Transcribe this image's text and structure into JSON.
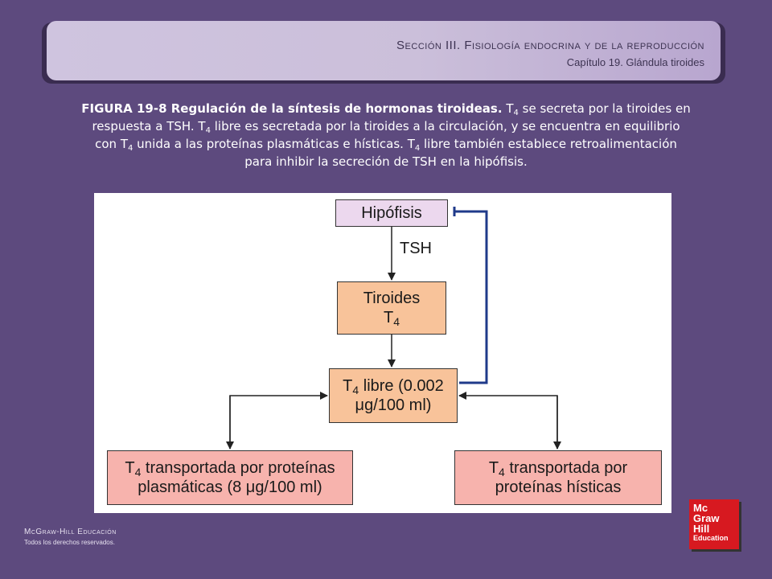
{
  "header": {
    "section": "Sección III.",
    "section_title": "Fisiología endocrina y de la reproducción",
    "chapter": "Capítulo 19.  Glándula tiroides"
  },
  "caption": {
    "label": "FIGURA 19-8 Regulación de la síntesis de hormonas tiroideas.",
    "s1a": "T",
    "s1b": " se secreta por la tiroides en respuesta a TSH. T",
    "s1c": " libre es secretada por la tiroides a la circulación, y se encuentra  en equilibrio con T",
    "s1d": " unida a las proteínas plasmáticas e hísticas. T",
    "s1e": " libre también establece retroalimentación para inhibir la secreción de TSH en la hipófisis.",
    "sub": "4"
  },
  "diagram": {
    "hipofisis": "Hipófisis",
    "tsh": "TSH",
    "tiroides": "Tiroides",
    "t": "T",
    "sub": "4",
    "libre_line1": " libre (0.002",
    "libre_line2": "μg/100 ml)",
    "plasma_line1": " transportada por proteínas",
    "plasma_line2": "plasmáticas (8 μg/100 ml)",
    "histic_line1": " transportada por",
    "histic_line2": "proteínas hísticas",
    "colors": {
      "hipofisis_fill": "#ecd8ee",
      "tiroides_fill": "#f8c39a",
      "transport_fill": "#f7b3ad",
      "feedback_line": "#1f3a8a"
    }
  },
  "footer": {
    "brand": "McGraw-Hill Educación",
    "rights": "Todos los derechos reservados.",
    "logo": [
      "Mc",
      "Graw",
      "Hill",
      "Education"
    ]
  }
}
